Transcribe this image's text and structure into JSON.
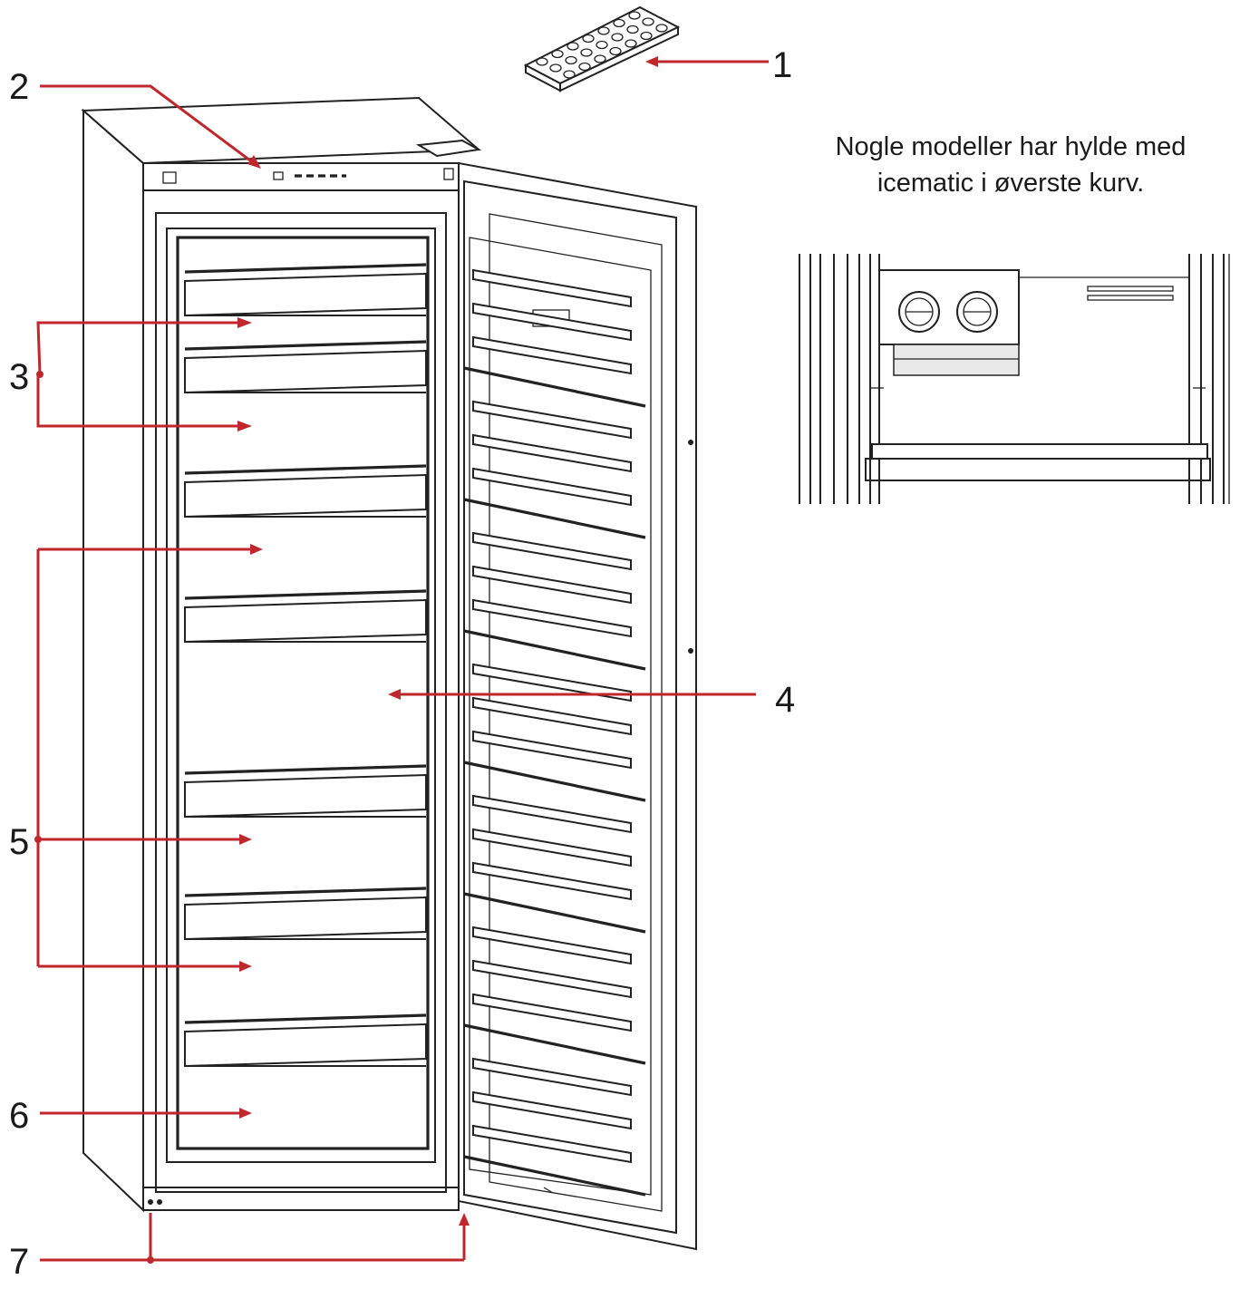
{
  "callouts": {
    "c1": "1",
    "c2": "2",
    "c3": "3",
    "c4": "4",
    "c5": "5",
    "c6": "6",
    "c7": "7"
  },
  "note": {
    "line1": "Nogle modeller har hylde med",
    "line2": "icematic i øverste kurv."
  },
  "colors": {
    "callout_lines": "#c0272d",
    "drawing_lines": "#222222"
  }
}
